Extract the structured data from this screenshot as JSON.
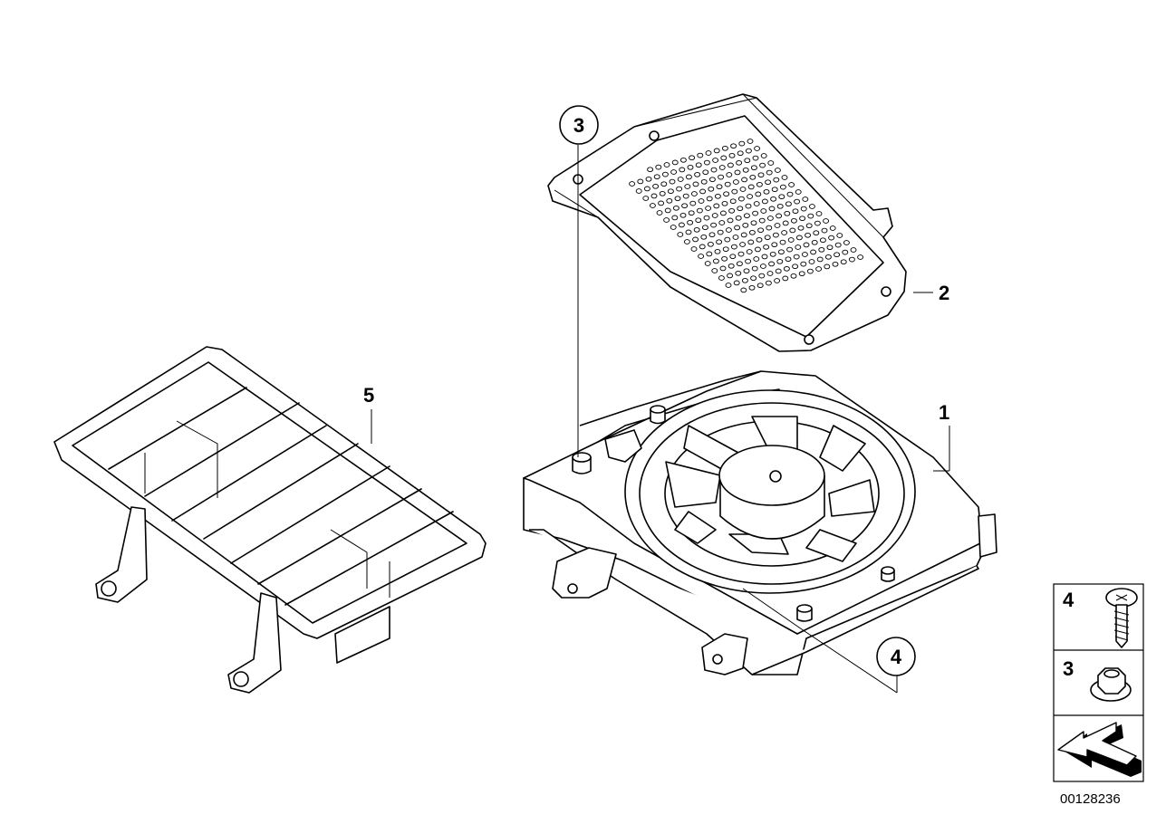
{
  "callouts": {
    "part1": "1",
    "part2": "2",
    "part3": "3",
    "part4": "4",
    "part5": "5"
  },
  "legend": {
    "screw_label": "4",
    "nut_label": "3"
  },
  "diagram_code": "00128236"
}
